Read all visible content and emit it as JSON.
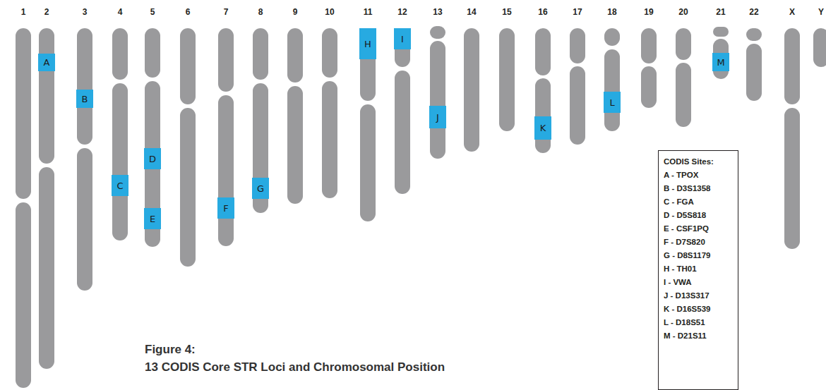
{
  "diagram": {
    "title": "Figure 4:",
    "caption": "13 CODIS Core STR Loci and Chromosomal Position",
    "nodes": [
      {
        "text": [
          "A"
        ]
      },
      {
        "text": [
          "B"
        ]
      },
      {
        "text": [
          "C"
        ]
      },
      {
        "text": [
          "D"
        ]
      },
      {
        "text": [
          "E"
        ]
      },
      {
        "text": [
          "F"
        ]
      },
      {
        "text": [
          "G"
        ]
      },
      {
        "text": [
          "H"
        ]
      },
      {
        "text": [
          "I"
        ]
      },
      {
        "text": [
          "J"
        ]
      },
      {
        "text": [
          "K"
        ]
      },
      {
        "text": [
          "L"
        ]
      },
      {
        "text": [
          "M"
        ]
      },
      {
        "text": [
          "CODIS Sites:"
        ]
      }
    ],
    "edges": [],
    "labels": [
      "1",
      "2",
      "3",
      "4",
      "5",
      "6",
      "7",
      "8",
      "9",
      "10",
      "11",
      "12",
      "13",
      "14",
      "15",
      "16",
      "17",
      "18",
      "19",
      "20",
      "21",
      "22",
      "X",
      "Y"
    ],
    "legend": [
      {
        "text": "A - TPOX"
      },
      {
        "text": "B - D3S1358"
      },
      {
        "text": "C - FGA"
      },
      {
        "text": "D - D5S818"
      },
      {
        "text": "E - CSF1PQ"
      },
      {
        "text": "F - D7S820"
      },
      {
        "text": "G - D8S1179"
      },
      {
        "text": "H - TH01"
      },
      {
        "text": "I - VWA"
      },
      {
        "text": "J - D13S317"
      },
      {
        "text": "K - D16S539"
      },
      {
        "text": "L - D18S51"
      },
      {
        "text": "M - D21S11"
      }
    ]
  }
}
